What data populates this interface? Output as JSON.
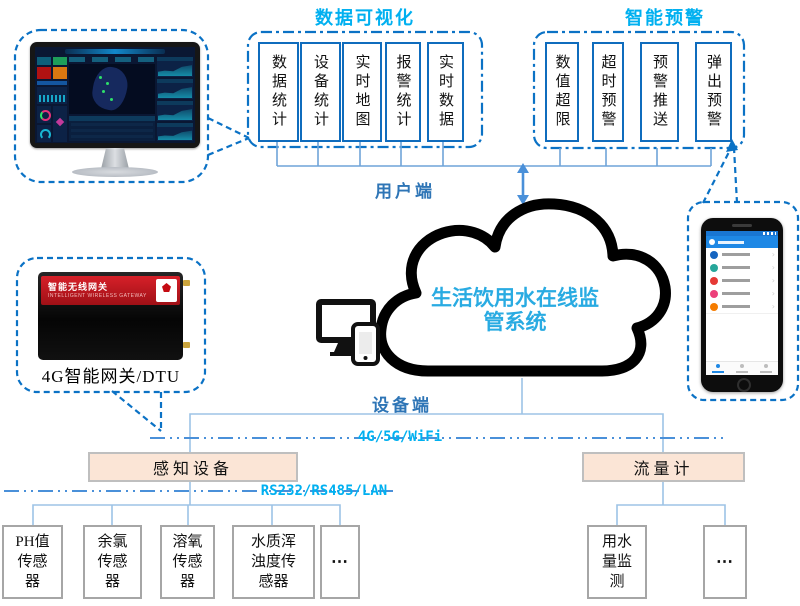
{
  "viz": {
    "title": "数据可视化",
    "items": [
      "数据统计",
      "设备统计",
      "实时地图",
      "报警统计",
      "实时数据"
    ]
  },
  "warning": {
    "title": "智能预警",
    "items": [
      "数值超限",
      "超时预警",
      "预警推送",
      "弹出预警"
    ]
  },
  "labels": {
    "user_side": "用户端",
    "device_side": "设备端",
    "cloud": "生活饮用水在线监管系统",
    "gateway_caption": "4G智能网关/DTU",
    "wireless_link": "4G/5G/WiFi",
    "serial_link": "RS232/RS485/LAN"
  },
  "gateway_device": {
    "title": "智能无线网关",
    "subtitle": "INTELLIGENT WIRELESS GATEWAY"
  },
  "nodes": {
    "sensing": "感知设备",
    "flowmeter": "流量计"
  },
  "sensors": [
    "PH值传感器",
    "余氯传感器",
    "溶氧传感器",
    "水质浑浊度传感器",
    "⋯"
  ],
  "flow_children": [
    "用水量监测",
    "⋯"
  ],
  "colors": {
    "accent_cyan": "#00b0f0",
    "label_blue": "#2e75b6",
    "dash_blue": "#0b72c5",
    "line_light": "#9dc3e6",
    "line_mid": "#5b9bd5",
    "node_fill": "#fbe5d6",
    "cloud_text": "#29abe2",
    "alert_red": "#b11212",
    "alert_orange": "#d97711",
    "ok_green": "#1e9e5a",
    "panel_teal": "#0e5f7a",
    "phone_icon_1": "#1565c0",
    "phone_icon_2": "#26a69a",
    "phone_icon_3": "#e53935",
    "phone_icon_4": "#ec407a",
    "phone_icon_5": "#f57c00"
  }
}
